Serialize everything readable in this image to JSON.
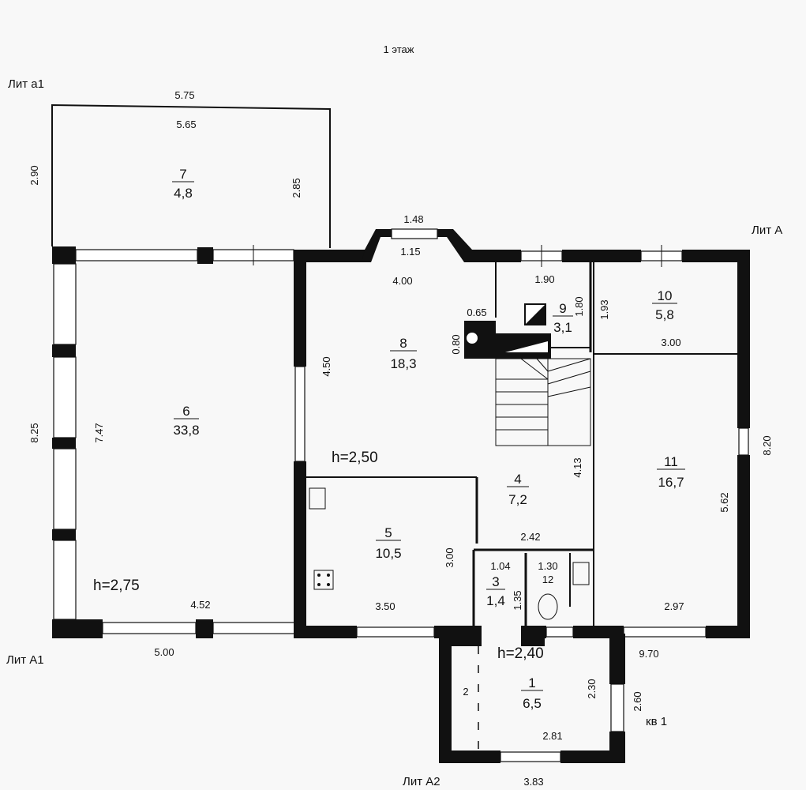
{
  "title": "1 этаж",
  "lit": {
    "a1_top": "Лит а1",
    "A": "Лит А",
    "A1": "Лит А1",
    "A2": "Лит А2",
    "kv": "кв 1"
  },
  "rooms": [
    {
      "id": "1",
      "num": "1",
      "area": "6,5"
    },
    {
      "id": "3",
      "num": "3",
      "area": "1,4"
    },
    {
      "id": "4",
      "num": "4",
      "area": "7,2"
    },
    {
      "id": "5",
      "num": "5",
      "area": "10,5"
    },
    {
      "id": "6",
      "num": "6",
      "area": "33,8"
    },
    {
      "id": "7",
      "num": "7",
      "area": "4,8"
    },
    {
      "id": "8",
      "num": "8",
      "area": "18,3"
    },
    {
      "id": "9",
      "num": "9",
      "area": "3,1"
    },
    {
      "id": "10",
      "num": "10",
      "area": "5,8"
    },
    {
      "id": "11",
      "num": "11",
      "area": "16,7"
    },
    {
      "id": "12",
      "num": "12",
      "area": ""
    }
  ],
  "heights": [
    "h=2,50",
    "h=2,75",
    "h=2,40"
  ],
  "dimensions": [
    "5.75",
    "5.65",
    "2.90",
    "2.85",
    "1.48",
    "1.15",
    "4.00",
    "1.90",
    "1.93",
    "3.00",
    "0.65",
    "1.80",
    "0.80",
    "4.50",
    "8.25",
    "7.47",
    "4.13",
    "8.20",
    "5.62",
    "2.42",
    "3.00",
    "1.04",
    "1.30",
    "1.35",
    "3.50",
    "4.52",
    "5.00",
    "2.97",
    "9.70",
    "2",
    "2.30",
    "2.60",
    "2.81",
    "3.83"
  ]
}
